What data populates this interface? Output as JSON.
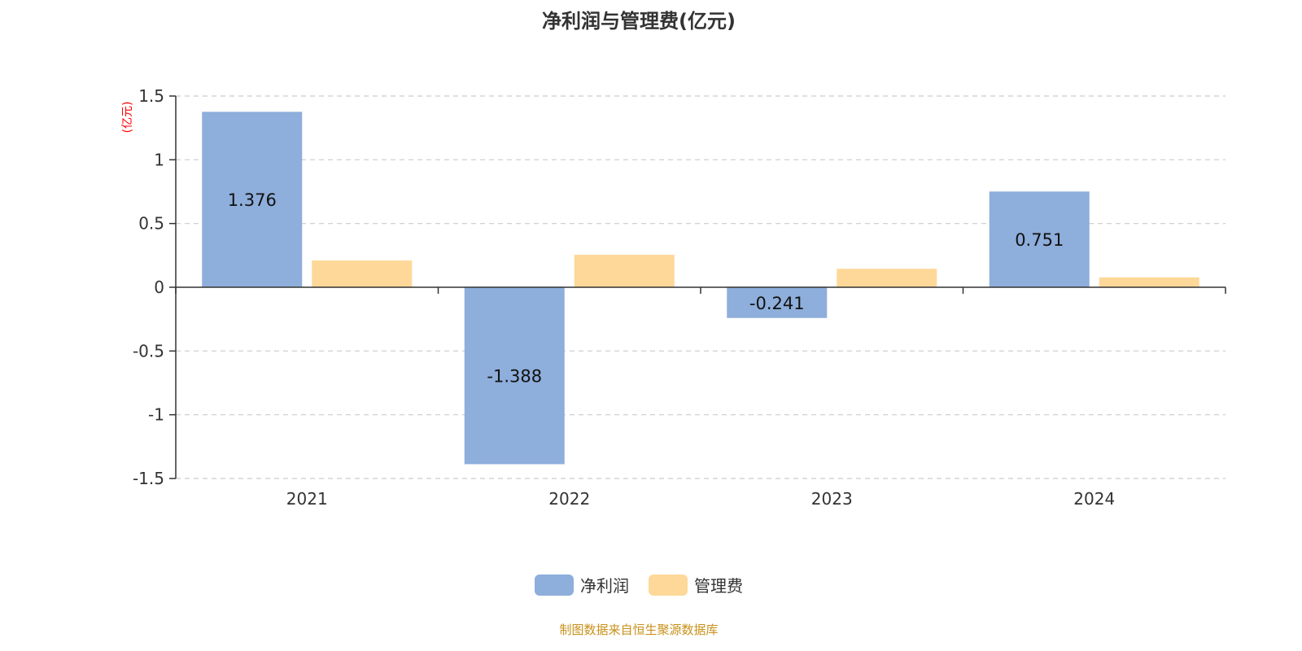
{
  "title": "净利润与管理费(亿元)",
  "source": "制图数据来自恒生聚源数据库",
  "chart_data": {
    "type": "bar",
    "title": "净利润与管理费(亿元)",
    "ylabel": "(亿元)",
    "xlabel": "",
    "categories": [
      "2021",
      "2022",
      "2023",
      "2024"
    ],
    "ylim": [
      -1.5,
      1.5
    ],
    "yticks": [
      1.5,
      1,
      0.5,
      0,
      -0.5,
      -1,
      -1.5
    ],
    "ytick_labels": [
      "1.5",
      "1",
      "0.5",
      "0",
      "-0.5",
      "-1",
      "-1.5"
    ],
    "grid": true,
    "legend_position": "bottom",
    "series": [
      {
        "name": "净利润",
        "color": "#8eaedb",
        "values": [
          1.376,
          -1.388,
          -0.241,
          0.751
        ],
        "labels": [
          "1.376",
          "-1.388",
          "-0.241",
          "0.751"
        ]
      },
      {
        "name": "管理费",
        "color": "#fed898",
        "values": [
          0.21,
          0.255,
          0.145,
          0.077
        ]
      }
    ]
  }
}
